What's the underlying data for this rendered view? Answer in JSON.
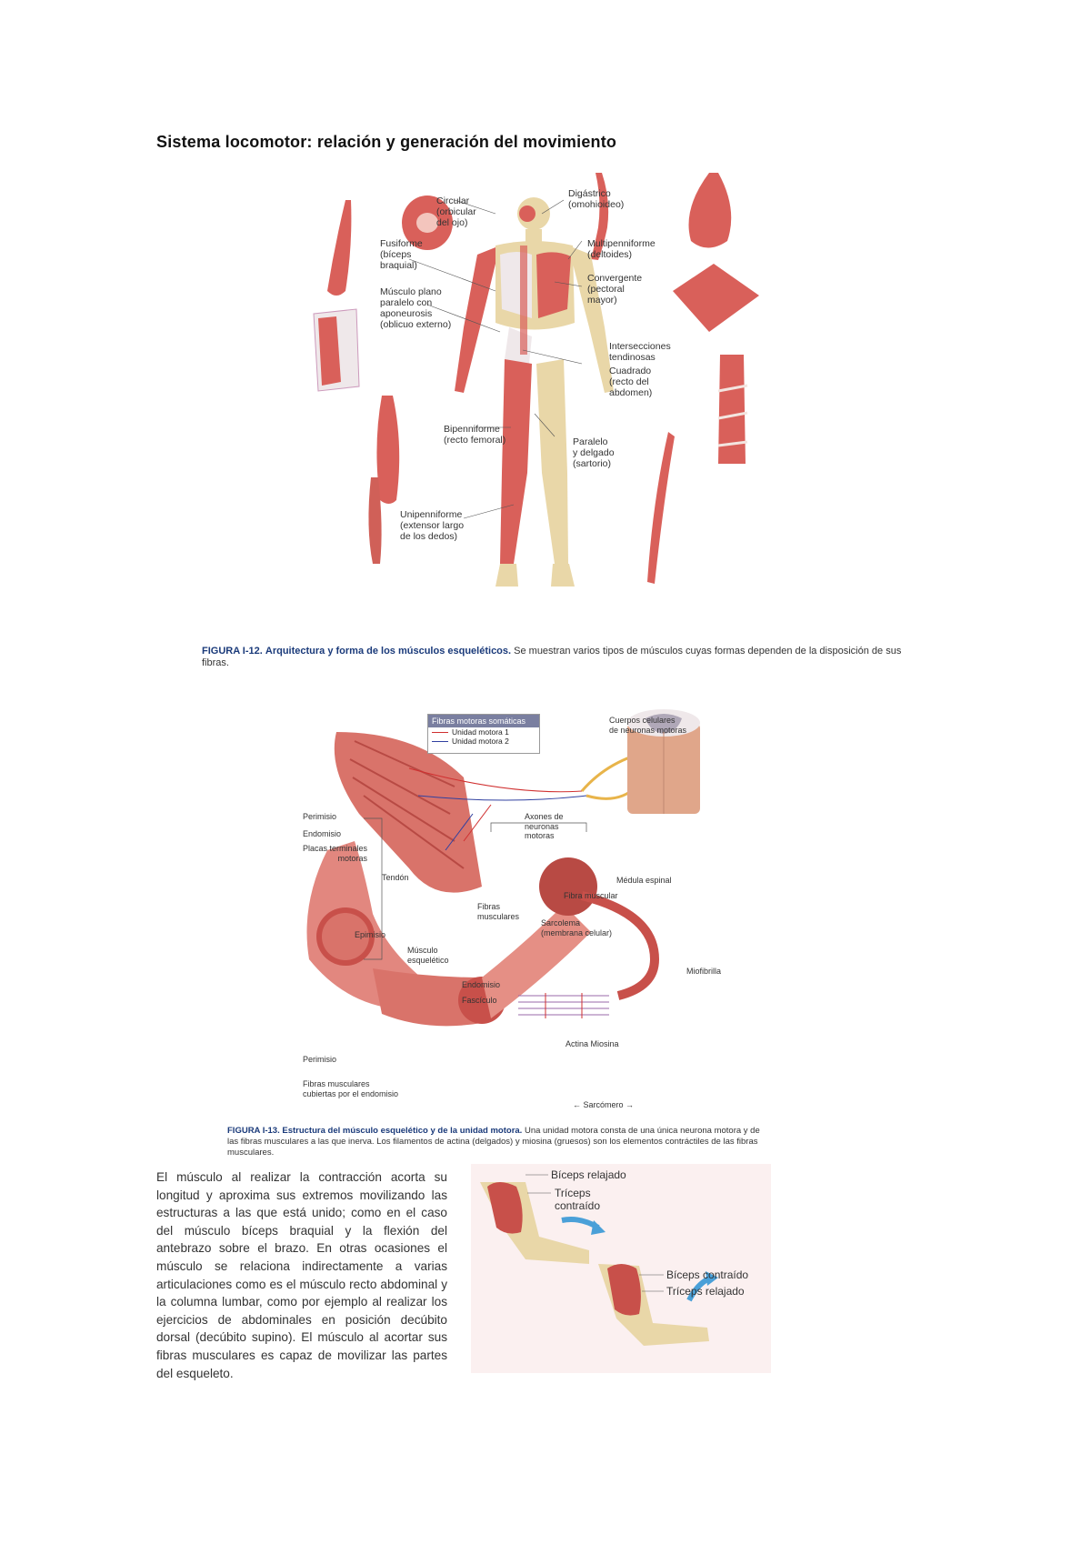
{
  "document": {
    "title": "Sistema locomotor: relación y generación del movimiento"
  },
  "figure1": {
    "caption_label": "FIGURA I-12.",
    "caption_bold": "Arquitectura y forma de los músculos esqueléticos.",
    "caption_text": "Se muestran varios tipos de músculos cuyas formas dependen de la disposición de sus fibras.",
    "labels": {
      "circular": "Circular\n(orbicular\ndel ojo)",
      "digastrico": "Digástrico\n(omohioideo)",
      "fusiforme": "Fusiforme\n(bíceps\nbraquial)",
      "multipenniforme": "Multipenniforme\n(deltoides)",
      "convergente": "Convergente\n(pectoral\nmayor)",
      "plano": "Músculo plano\nparalelo con\naponeurosis\n(oblicuo externo)",
      "intersecciones": "Intersecciones\ntendinosas",
      "cuadrado": "Cuadrado\n(recto del\nabdomen)",
      "bipenniforme": "Bipenniforme\n(recto femoral)",
      "paralelo": "Paralelo\ny delgado\n(sartorio)",
      "unipenniforme": "Unipenniforme\n(extensor largo\nde los dedos)"
    }
  },
  "figure2": {
    "caption_label": "FIGURA I-13.",
    "caption_bold": "Estructura del músculo esquelético y de la unidad motora.",
    "caption_text": "Una unidad motora consta de una única neurona motora y de las fibras musculares a las que inerva. Los filamentos de actina (delgados) y miosina (gruesos) son los elementos contráctiles de las fibras musculares.",
    "legend": {
      "title": "Fibras motoras somáticas",
      "unit1": "Unidad motora 1",
      "unit2": "Unidad motora 2",
      "unit1_color": "#d03030",
      "unit2_color": "#3040a0"
    },
    "labels": {
      "cuerpos": "Cuerpos celulares\nde neuronas motoras",
      "perimisio_top": "Perimisio",
      "endomisio_top": "Endomisio",
      "placas": "Placas terminales\nmotoras",
      "axones": "Axones de\nneuronas\nmotoras",
      "medula": "Médula espinal",
      "tendon": "Tendón",
      "fibras_musc": "Fibras\nmusculares",
      "fibra_muscular": "Fibra muscular",
      "epimisio": "Epimisio",
      "musculo_esq": "Músculo\nesquelético",
      "sarcolema": "Sarcolema\n(membrana celular)",
      "miofibrilla": "Miofibrilla",
      "endomisio_mid": "Endomisio",
      "fasciculo": "Fascículo",
      "actina_miosina": "Actina Miosina",
      "perimisio_bot": "Perimisio",
      "fibras_cubiertas": "Fibras musculares\ncubiertas por el endomisio",
      "sarcomero": "← Sarcómero →"
    }
  },
  "paragraph": "El músculo al realizar la contracción acorta su longitud y aproxima sus extremos movilizando las estructuras a las que está unido; como en el caso del músculo bíceps braquial y la flexión del antebrazo sobre el brazo. En otras ocasiones el músculo se relaciona indirectamente a varias articulaciones como es el músculo recto abdominal y la columna lumbar, como por ejemplo al realizar los ejercicios de abdominales en posición decúbito dorsal (decúbito supino). El músculo al acortar sus fibras musculares es capaz de movilizar las partes del esqueleto.",
  "arm_figure": {
    "biceps_relajado": "Bíceps relajado",
    "triceps_contraido": "Tríceps\ncontraído",
    "biceps_contraido": "Bíceps contraído",
    "triceps_relajado": "Tríceps relajado"
  },
  "colors": {
    "muscle": "#c8504a",
    "muscle_light": "#e58f85",
    "bone": "#e9d7a8",
    "nerve": "#e8b44a",
    "caption_blue": "#1a3a7a",
    "arrow_blue": "#4aa0d8"
  }
}
